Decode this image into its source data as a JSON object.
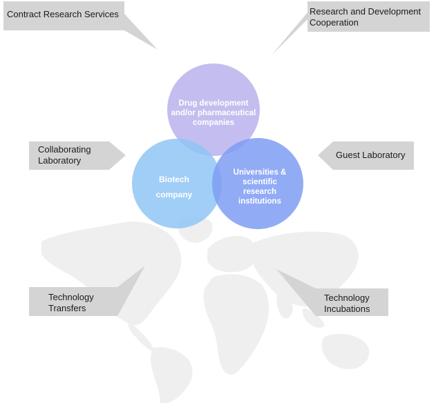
{
  "callouts": {
    "contract_research": "Contract Research Services",
    "rd_cooperation_line1": "Research and Development",
    "rd_cooperation_line2": "Cooperation",
    "collaborating_line1": "Collaborating",
    "collaborating_line2": "Laboratory",
    "guest_laboratory": "Guest Laboratory",
    "tech_transfers_line1": "Technology",
    "tech_transfers_line2": "Transfers",
    "tech_incubations_line1": "Technology",
    "tech_incubations_line2": "Incubations"
  },
  "circles": {
    "pharma": {
      "line1": "Drug development",
      "line2": "and/or pharmaceutical",
      "line3": "companies",
      "color": "#b8b3ec"
    },
    "biotech": {
      "line1": "Biotech",
      "line2": "company",
      "color": "#8fc6f5"
    },
    "universities": {
      "line1": "Universities &",
      "line2": "scientific",
      "line3": "research",
      "line4": "institutions",
      "color": "#7f9cf3"
    }
  },
  "colors": {
    "callout_box": "#d4d4d4",
    "map": "#efefef"
  }
}
